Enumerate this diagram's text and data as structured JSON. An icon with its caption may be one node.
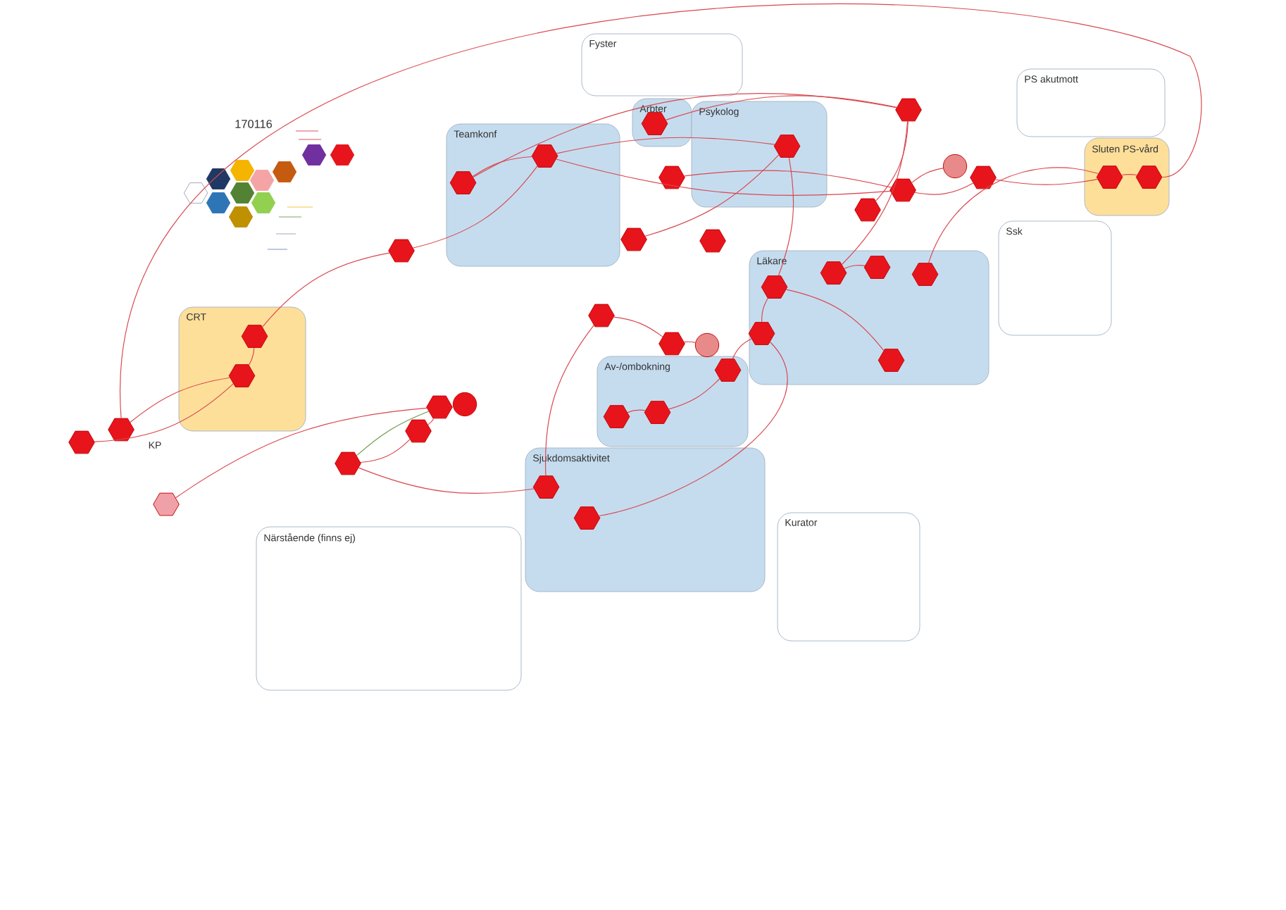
{
  "diagram": {
    "nodes": [
      {
        "text": [
          "Fyster"
        ]
      },
      {
        "text": [
          "PS akutmott"
        ]
      },
      {
        "text": [
          "Arbter"
        ]
      },
      {
        "text": [
          "Psykolog"
        ]
      },
      {
        "text": [
          "Teamkonf"
        ]
      },
      {
        "text": [
          "Sluten PS-vård"
        ]
      },
      {
        "text": [
          "Ssk"
        ]
      },
      {
        "text": [
          "Läkare"
        ]
      },
      {
        "text": [
          "CRT"
        ]
      },
      {
        "text": [
          "Av-/ombokning"
        ]
      },
      {
        "text": [
          "Sjukdomsaktivitet"
        ]
      },
      {
        "text": [
          "Kurator"
        ]
      },
      {
        "text": [
          "Närstående (finns ej)"
        ]
      },
      {
        "text": [],
        "shape": "hexagon"
      },
      {
        "text": [],
        "shape": "hexagon",
        "in": 2
      },
      {
        "text": [],
        "shape": "hexagon",
        "in": 3
      },
      {
        "text": [],
        "shape": "hexagon",
        "in": 4
      },
      {
        "text": [],
        "shape": "hexagon",
        "in": 5
      },
      {
        "text": [],
        "shape": "hexagon",
        "in": 5
      },
      {
        "text": [],
        "shape": "circle"
      },
      {
        "text": [],
        "shape": "hexagon"
      },
      {
        "text": [],
        "shape": "hexagon"
      },
      {
        "text": [],
        "shape": "hexagon",
        "in": 4
      },
      {
        "text": [],
        "shape": "hexagon"
      },
      {
        "text": [],
        "shape": "hexagon"
      },
      {
        "text": [],
        "shape": "hexagon"
      },
      {
        "text": [],
        "shape": "hexagon"
      },
      {
        "text": [],
        "shape": "hexagon"
      },
      {
        "text": [],
        "shape": "hexagon",
        "in": 7
      },
      {
        "text": [],
        "shape": "hexagon",
        "in": 7
      },
      {
        "text": [],
        "shape": "hexagon",
        "in": 7
      },
      {
        "text": [],
        "shape": "hexagon",
        "in": 7
      },
      {
        "text": [],
        "shape": "hexagon"
      },
      {
        "text": [],
        "shape": "hexagon",
        "in": 7
      },
      {
        "text": [],
        "shape": "hexagon",
        "in": 8
      },
      {
        "text": [],
        "shape": "hexagon"
      },
      {
        "text": [],
        "shape": "circle"
      },
      {
        "text": [],
        "shape": "hexagon",
        "in": 7
      },
      {
        "text": [],
        "shape": "hexagon",
        "in": 9
      },
      {
        "text": [],
        "shape": "hexagon",
        "in": 8
      },
      {
        "text": [],
        "shape": "circle"
      },
      {
        "text": [],
        "shape": "hexagon"
      },
      {
        "text": [],
        "shape": "hexagon",
        "in": 9
      },
      {
        "text": [],
        "shape": "hexagon",
        "in": 9
      },
      {
        "text": [],
        "shape": "hexagon"
      },
      {
        "text": [],
        "shape": "hexagon"
      },
      {
        "text": [],
        "shape": "hexagon"
      },
      {
        "text": [],
        "shape": "hexagon"
      },
      {
        "text": [],
        "shape": "hexagon",
        "in": 10
      },
      {
        "text": [],
        "shape": "hexagon"
      },
      {
        "text": [],
        "shape": "hexagon",
        "in": 10
      }
    ],
    "edges": [
      {
        "from": 44,
        "to": 18,
        "arrow": "none"
      },
      {
        "from": 46,
        "to": 39,
        "arrow": "none"
      },
      {
        "from": 44,
        "to": 39,
        "arrow": "none"
      },
      {
        "from": 39,
        "to": 34,
        "arrow": "none"
      },
      {
        "from": 34,
        "to": 27,
        "arrow": "none"
      },
      {
        "from": 27,
        "to": 16,
        "arrow": "none"
      },
      {
        "from": 22,
        "to": 16,
        "arrow": "none"
      },
      {
        "from": 16,
        "to": 15,
        "arrow": "none"
      },
      {
        "from": 16,
        "to": 23,
        "arrow": "none"
      },
      {
        "from": 22,
        "to": 13,
        "arrow": "none"
      },
      {
        "from": 25,
        "to": 15,
        "arrow": "none"
      },
      {
        "from": 15,
        "to": 31,
        "arrow": "none"
      },
      {
        "from": 13,
        "to": 29,
        "arrow": "none"
      },
      {
        "from": 23,
        "to": 20,
        "arrow": "none"
      },
      {
        "from": 23,
        "to": 19,
        "arrow": "none"
      },
      {
        "from": 20,
        "to": 17,
        "arrow": "none"
      },
      {
        "from": 17,
        "to": 18,
        "arrow": "none"
      },
      {
        "from": 30,
        "to": 17,
        "arrow": "none"
      },
      {
        "from": 29,
        "to": 28,
        "arrow": "none"
      },
      {
        "from": 31,
        "to": 37,
        "arrow": "none"
      },
      {
        "from": 31,
        "to": 33,
        "arrow": "none"
      },
      {
        "from": 32,
        "to": 35,
        "arrow": "none"
      },
      {
        "from": 35,
        "to": 36,
        "arrow": "none"
      },
      {
        "from": 32,
        "to": 48,
        "arrow": "none"
      },
      {
        "from": 43,
        "to": 42,
        "arrow": "none"
      },
      {
        "from": 42,
        "to": 38,
        "arrow": "none"
      },
      {
        "from": 38,
        "to": 33,
        "arrow": "none"
      },
      {
        "from": 50,
        "to": 33,
        "arrow": "none"
      },
      {
        "from": 49,
        "to": 41,
        "arrow": "none"
      },
      {
        "from": 45,
        "to": 47,
        "arrow": "none"
      },
      {
        "from": 47,
        "to": 48,
        "arrow": "none"
      },
      {
        "from": 47,
        "to": 41,
        "arrow": "none",
        "color": "#6a9a4a"
      },
      {
        "from": 14,
        "to": 13,
        "arrow": "none"
      },
      {
        "from": 24,
        "to": 13,
        "arrow": "none"
      },
      {
        "from": 21,
        "to": 23,
        "arrow": "none"
      },
      {
        "from": 45,
        "to": 41,
        "arrow": "none"
      }
    ],
    "labels": [
      "170116",
      "KP"
    ]
  }
}
